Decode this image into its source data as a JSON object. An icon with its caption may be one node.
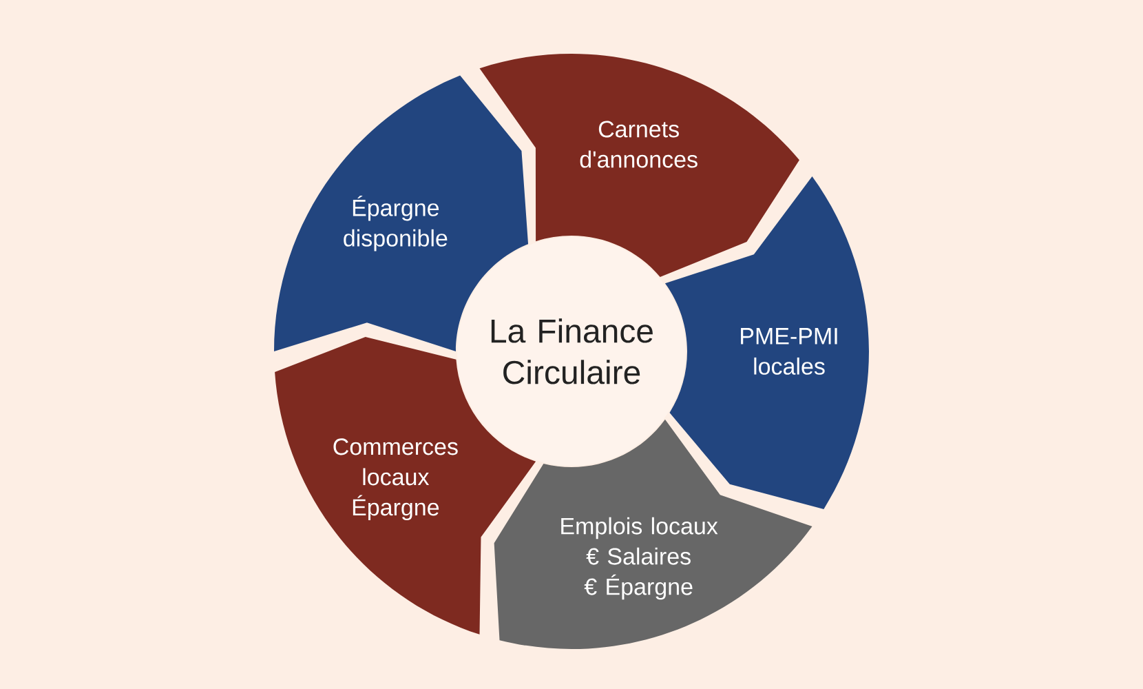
{
  "diagram": {
    "nodes": [
      {
        "text": [
          "La Finance Circulaire"
        ]
      },
      {
        "text": [
          "Carnets d'annonces"
        ]
      },
      {
        "text": [
          "PME-PMI locales"
        ]
      },
      {
        "text": [
          "Emplois locaux",
          "€  Salaires",
          "€  Épargne"
        ]
      },
      {
        "text": [
          "Commerces locaux",
          "Épargne"
        ]
      },
      {
        "text": [
          "Épargne disponible"
        ]
      }
    ]
  }
}
